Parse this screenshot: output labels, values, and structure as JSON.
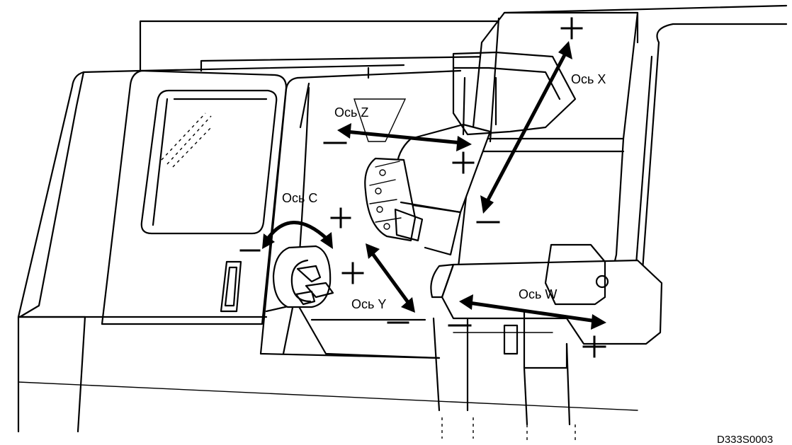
{
  "diagram": {
    "axes": [
      {
        "id": "x",
        "label": "Ось X",
        "plus": "+",
        "minus": "−"
      },
      {
        "id": "z",
        "label": "Ось Z",
        "plus": "+",
        "minus": "−"
      },
      {
        "id": "c",
        "label": "Ось C",
        "plus": "+",
        "minus": "−"
      },
      {
        "id": "y",
        "label": "Ось Y",
        "plus": "+",
        "minus": "−"
      },
      {
        "id": "w",
        "label": "Ось W",
        "plus": "+",
        "minus": "−"
      }
    ],
    "figure_code": "D333S0003"
  }
}
